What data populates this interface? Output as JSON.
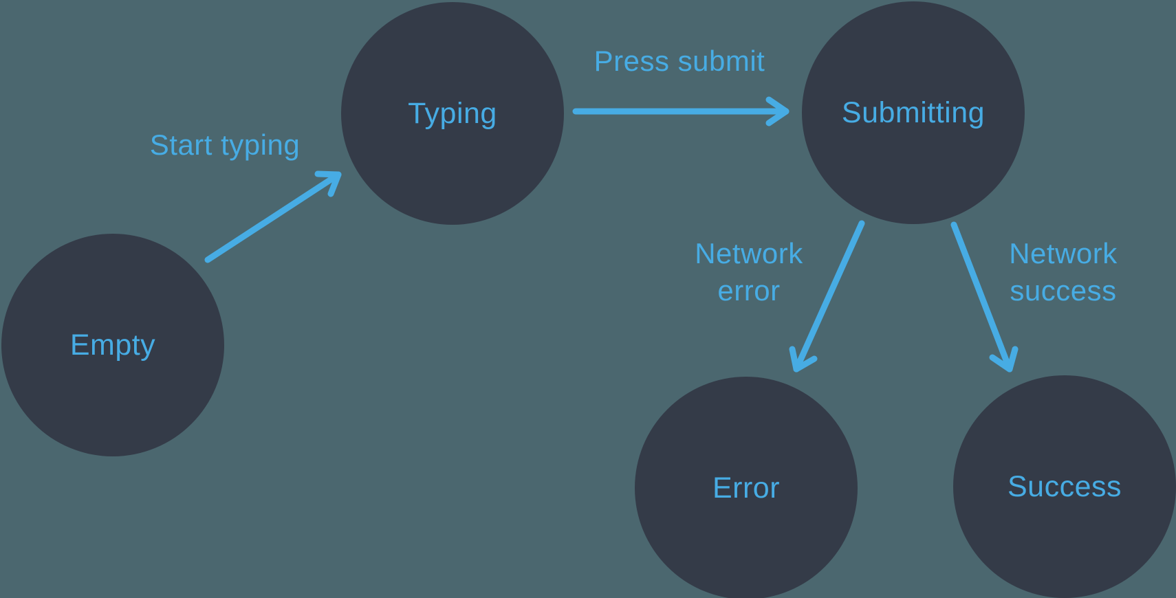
{
  "colors": {
    "background": "#4B676F",
    "node_fill": "#343B48",
    "accent": "#47ACE4"
  },
  "diagram": {
    "type": "state-machine",
    "nodes": [
      {
        "id": "empty",
        "label": "Empty"
      },
      {
        "id": "typing",
        "label": "Typing"
      },
      {
        "id": "submitting",
        "label": "Submitting"
      },
      {
        "id": "error",
        "label": "Error"
      },
      {
        "id": "success",
        "label": "Success"
      }
    ],
    "edges": [
      {
        "from": "empty",
        "to": "typing",
        "label": "Start typing"
      },
      {
        "from": "typing",
        "to": "submitting",
        "label": "Press submit"
      },
      {
        "from": "submitting",
        "to": "error",
        "label": "Network error"
      },
      {
        "from": "submitting",
        "to": "success",
        "label": "Network success"
      }
    ]
  }
}
